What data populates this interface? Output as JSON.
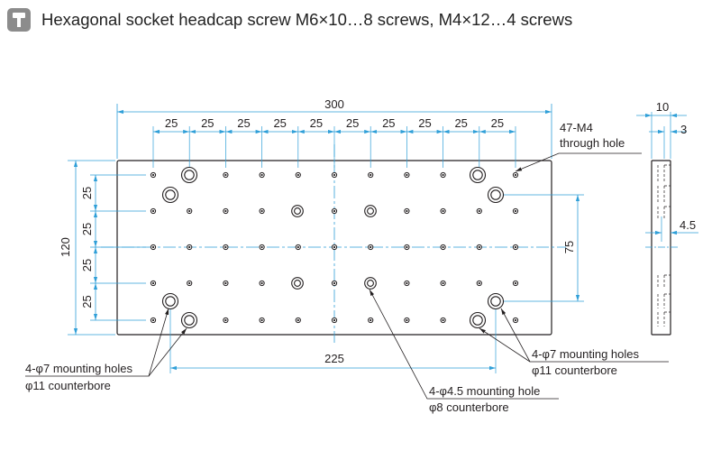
{
  "header": {
    "icon": "wrench-icon",
    "title": "Hexagonal socket headcap screw M6×10…8 screws, M4×12…4 screws"
  },
  "dimensions": {
    "overall_width": "300",
    "pitch": "25",
    "height": "120",
    "row_spacing": "75",
    "column_spacing": "225",
    "thickness": "10",
    "counterbore_depth": "3",
    "mid_depth": "4.5"
  },
  "labels": {
    "m4_line1": "47-M4",
    "m4_line2": "through hole",
    "mount7_left_line1": "4-φ7 mounting holes",
    "mount7_left_line2": "φ11 counterbore",
    "mount7_right_line1": "4-φ7 mounting holes",
    "mount7_right_line2": "φ11 counterbore",
    "mount45_line1": "4-φ4.5 mounting hole",
    "mount45_line2": "φ8 counterbore"
  },
  "colors": {
    "dimension": "#2f9fd8",
    "outline": "#231f20",
    "icon_bg": "#8c8c8c"
  }
}
